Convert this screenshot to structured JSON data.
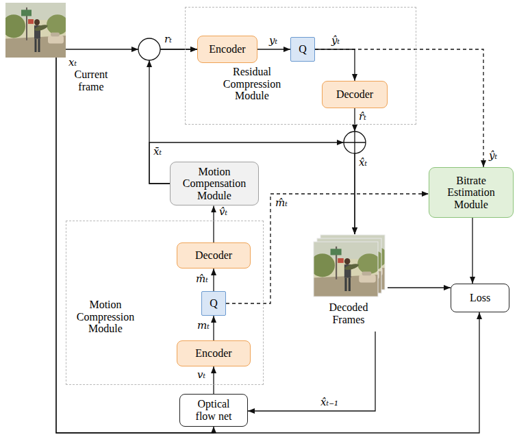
{
  "diagram": {
    "nodes": [
      {
        "text": [
          "Current frame"
        ]
      },
      {
        "text": [
          "Residual Compression Module"
        ]
      },
      {
        "text": [
          "Encoder"
        ],
        "in": 1
      },
      {
        "text": [
          "Q"
        ],
        "in": 1
      },
      {
        "text": [
          "Decoder"
        ],
        "in": 1
      },
      {
        "text": [
          "Motion Compensation Module"
        ]
      },
      {
        "text": [
          "Bitrate Estimation Module"
        ]
      },
      {
        "text": [
          "Loss"
        ]
      },
      {
        "text": [
          "Decoded Frames"
        ]
      },
      {
        "text": [
          "Motion Compression Module"
        ]
      },
      {
        "text": [
          "Decoder"
        ],
        "in": 9
      },
      {
        "text": [
          "Q"
        ],
        "in": 9
      },
      {
        "text": [
          "Encoder"
        ],
        "in": 9
      },
      {
        "text": [
          "Optical flow net"
        ]
      }
    ],
    "edges": [
      {
        "from": 0,
        "to": 2,
        "arrow": "to"
      },
      {
        "from": 2,
        "to": 3,
        "arrow": "to",
        "label": "yₜ"
      },
      {
        "from": 3,
        "to": 4,
        "arrow": "to"
      },
      {
        "from": 3,
        "to": 6,
        "arrow": "to",
        "label": "ŷₜ"
      },
      {
        "from": 4,
        "to": 8,
        "arrow": "to",
        "label": "r̂ₜ"
      },
      {
        "from": 5,
        "to": 2,
        "arrow": "to"
      },
      {
        "from": 5,
        "to": 8,
        "arrow": "to"
      },
      {
        "from": 10,
        "to": 5,
        "arrow": "to",
        "label": "v̂ₜ"
      },
      {
        "from": 11,
        "to": 10,
        "arrow": "to",
        "label": "m̂ₜ"
      },
      {
        "from": 11,
        "to": 6,
        "arrow": "to",
        "label": "m̂ₜ"
      },
      {
        "from": 12,
        "to": 11,
        "arrow": "to",
        "label": "mₜ"
      },
      {
        "from": 13,
        "to": 12,
        "arrow": "to",
        "label": "vₜ"
      },
      {
        "from": 6,
        "to": 7,
        "arrow": "to"
      },
      {
        "from": 8,
        "to": 7,
        "arrow": "to"
      },
      {
        "from": 8,
        "to": 13,
        "arrow": "to",
        "label": "x̂ₜ₋₁"
      },
      {
        "from": 0,
        "to": 13,
        "arrow": "to"
      },
      {
        "from": 0,
        "to": 7,
        "arrow": "to"
      }
    ],
    "labels": [
      "xₜ",
      "rₜ",
      "ŷₜ",
      "x̄ₜ",
      "x̂ₜ"
    ]
  }
}
